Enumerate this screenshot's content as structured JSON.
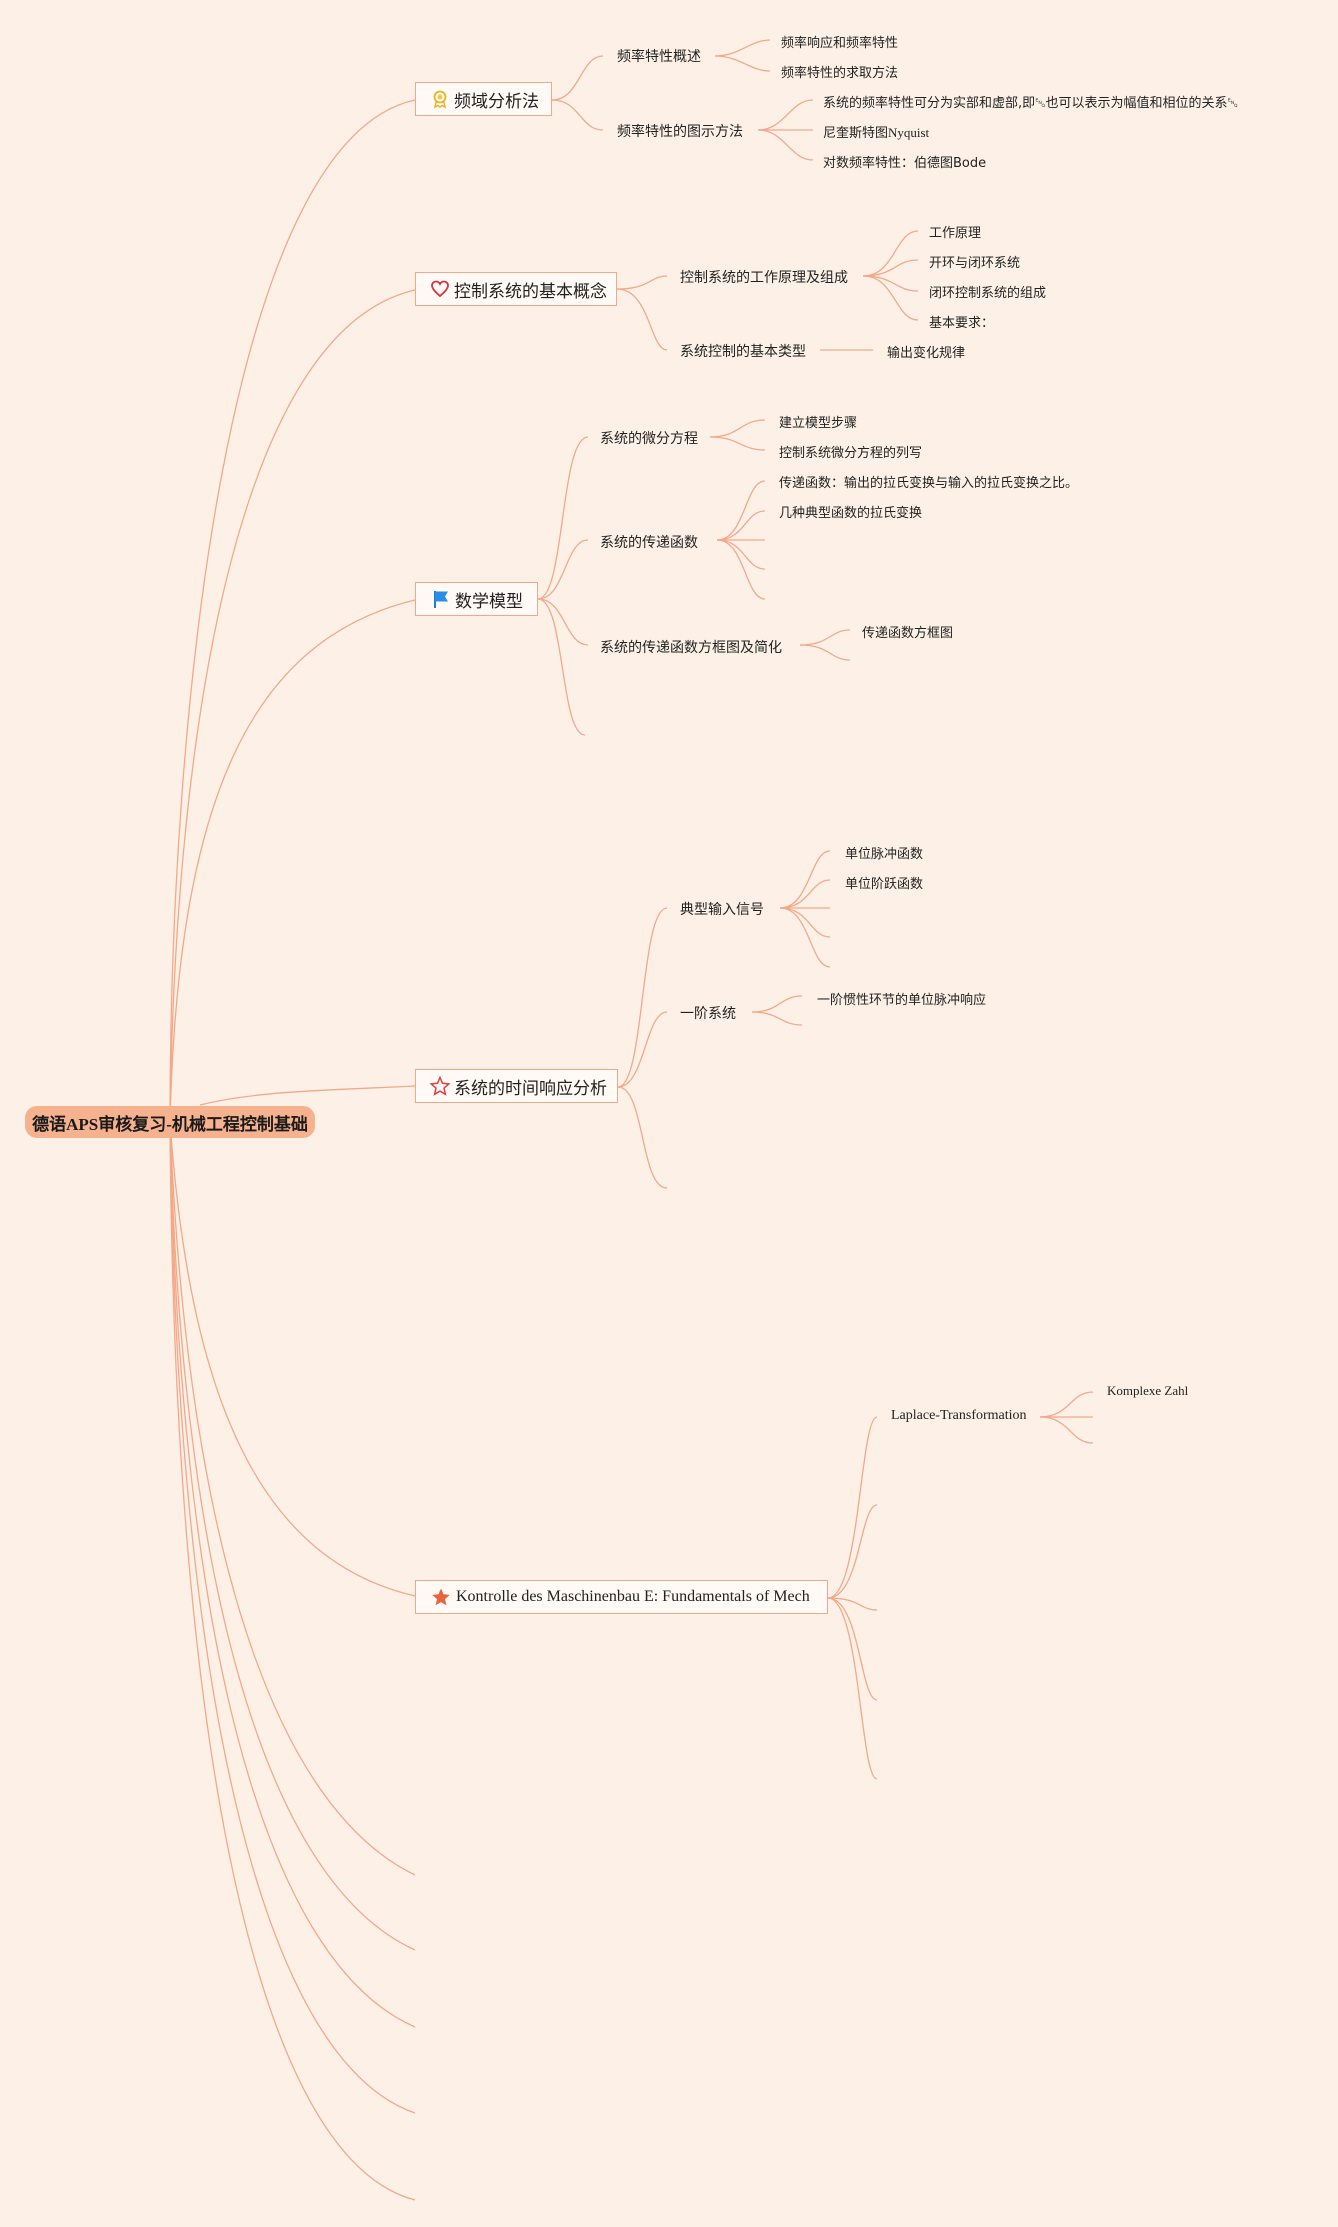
{
  "root": {
    "label": "德语APS审核复习-机械工程控制基础"
  },
  "branches": {
    "freq": {
      "label": "频域分析法",
      "icon": "ribbon-icon",
      "sub1": {
        "label": "频率特性概述",
        "leaves": [
          "频率响应和频率特性",
          "频率特性的求取方法"
        ]
      },
      "sub2": {
        "label": "频率特性的图示方法",
        "leaves": [
          "系统的频率特性可分为实部和虚部,即␅也可以表示为幅值和相位的关系␅",
          "尼奎斯特图Nyquist",
          "对数频率特性：伯德图Bode"
        ]
      }
    },
    "concept": {
      "label": "控制系统的基本概念",
      "icon": "heart-icon",
      "sub1": {
        "label": "控制系统的工作原理及组成",
        "leaves": [
          "工作原理",
          "开环与闭环系统",
          "闭环控制系统的组成",
          "基本要求："
        ]
      },
      "sub2": {
        "label": "系统控制的基本类型",
        "leaves": [
          "输出变化规律"
        ]
      }
    },
    "model": {
      "label": "数学模型",
      "icon": "flag-icon",
      "sub1": {
        "label": "系统的微分方程",
        "leaves": [
          "建立模型步骤",
          "控制系统微分方程的列写"
        ]
      },
      "sub2": {
        "label": "系统的传递函数",
        "leaves": [
          "传递函数：输出的拉氏变换与输入的拉氏变换之比。",
          "几种典型函数的拉氏变换"
        ]
      },
      "sub3": {
        "label": "系统的传递函数方框图及简化",
        "leaves": [
          "传递函数方框图"
        ]
      }
    },
    "time": {
      "label": "系统的时间响应分析",
      "icon": "star-outline-icon",
      "sub1": {
        "label": "典型输入信号",
        "leaves": [
          "单位脉冲函数",
          "单位阶跃函数"
        ]
      },
      "sub2": {
        "label": "一阶系统",
        "leaves": [
          "一阶惯性环节的单位脉冲响应"
        ]
      }
    },
    "kontrolle": {
      "label": "Kontrolle des Maschinenbau E: Fundamentals of Mech",
      "icon": "star-filled-icon",
      "sub1": {
        "label": "Laplace-Transformation",
        "leaves": [
          "Komplexe Zahl"
        ]
      }
    }
  },
  "colors": {
    "background": "#fdf1e7",
    "line": "#f3a88a",
    "root_fill": "#f6b18e"
  }
}
